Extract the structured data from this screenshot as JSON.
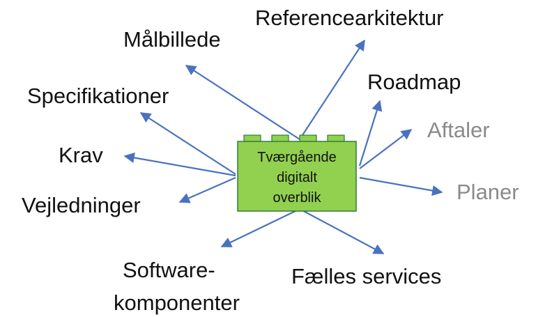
{
  "colors": {
    "arrow": "#4a72c0",
    "block_fill": "#92d050",
    "block_stroke": "#2e7d32",
    "label_primary": "#111111",
    "label_secondary": "#8a8a8a"
  },
  "center": {
    "lines": [
      "Tværgående",
      "digitalt",
      "overblik"
    ]
  },
  "labels": {
    "referencearkitektur": "Referencearkitektur",
    "malbillede": "Målbillede",
    "roadmap": "Roadmap",
    "specifikationer": "Specifikationer",
    "aftaler": "Aftaler",
    "krav": "Krav",
    "planer": "Planer",
    "vejledninger": "Vejledninger",
    "software_line1": "Software-",
    "software_line2": "komponenter",
    "faelles_services": "Fælles services"
  }
}
